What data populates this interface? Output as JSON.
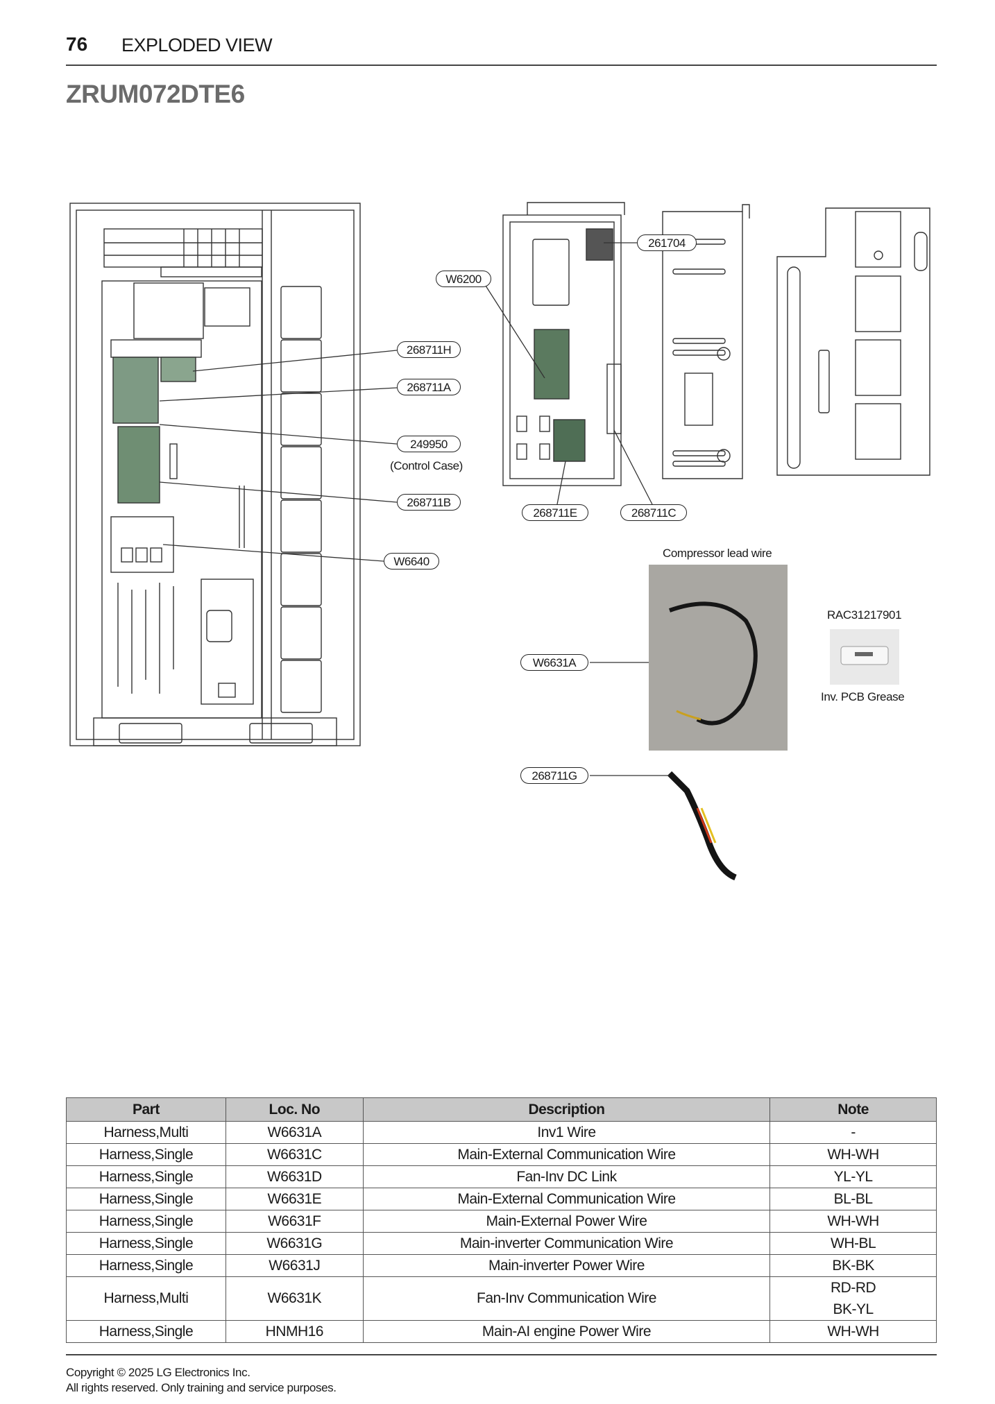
{
  "header": {
    "page_number": "76",
    "section_title": "EXPLODED VIEW",
    "model": "ZRUM072DTE6"
  },
  "callouts": {
    "c268711H": "268711H",
    "c268711A": "268711A",
    "c249950": "249950",
    "control_case": "(Control Case)",
    "c268711B": "268711B",
    "cW6640": "W6640",
    "cW6200": "W6200",
    "c261704": "261704",
    "c268711E": "268711E",
    "c268711C": "268711C",
    "cW6631A": "W6631A",
    "c268711G": "268711G"
  },
  "labels": {
    "compressor_lead_wire": "Compressor lead wire",
    "grease_part_no": "RAC31217901",
    "grease_name": "Inv. PCB Grease"
  },
  "table": {
    "headers": {
      "part": "Part",
      "loc": "Loc. No",
      "desc": "Description",
      "note": "Note"
    },
    "rows": [
      {
        "part": "Harness,Multi",
        "loc": "W6631A",
        "desc": "Inv1 Wire",
        "note": "-"
      },
      {
        "part": "Harness,Single",
        "loc": "W6631C",
        "desc": "Main-External Communication Wire",
        "note": "WH-WH"
      },
      {
        "part": "Harness,Single",
        "loc": "W6631D",
        "desc": "Fan-Inv DC Link",
        "note": "YL-YL"
      },
      {
        "part": "Harness,Single",
        "loc": "W6631E",
        "desc": "Main-External Communication Wire",
        "note": "BL-BL"
      },
      {
        "part": "Harness,Single",
        "loc": "W6631F",
        "desc": "Main-External Power Wire",
        "note": "WH-WH"
      },
      {
        "part": "Harness,Single",
        "loc": "W6631G",
        "desc": "Main-inverter Communication Wire",
        "note": "WH-BL"
      },
      {
        "part": "Harness,Single",
        "loc": "W6631J",
        "desc": "Main-inverter Power Wire",
        "note": "BK-BK"
      },
      {
        "part": "Harness,Multi",
        "loc": "W6631K",
        "desc": "Fan-Inv Communication Wire",
        "note": "RD-RD",
        "note2": "BK-YL"
      },
      {
        "part": "Harness,Single",
        "loc": "HNMH16",
        "desc": "Main-AI engine Power Wire",
        "note": "WH-WH"
      }
    ]
  },
  "footer": {
    "line1": "Copyright © 2025 LG Electronics Inc.",
    "line2": "All rights reserved. Only training and service purposes."
  }
}
